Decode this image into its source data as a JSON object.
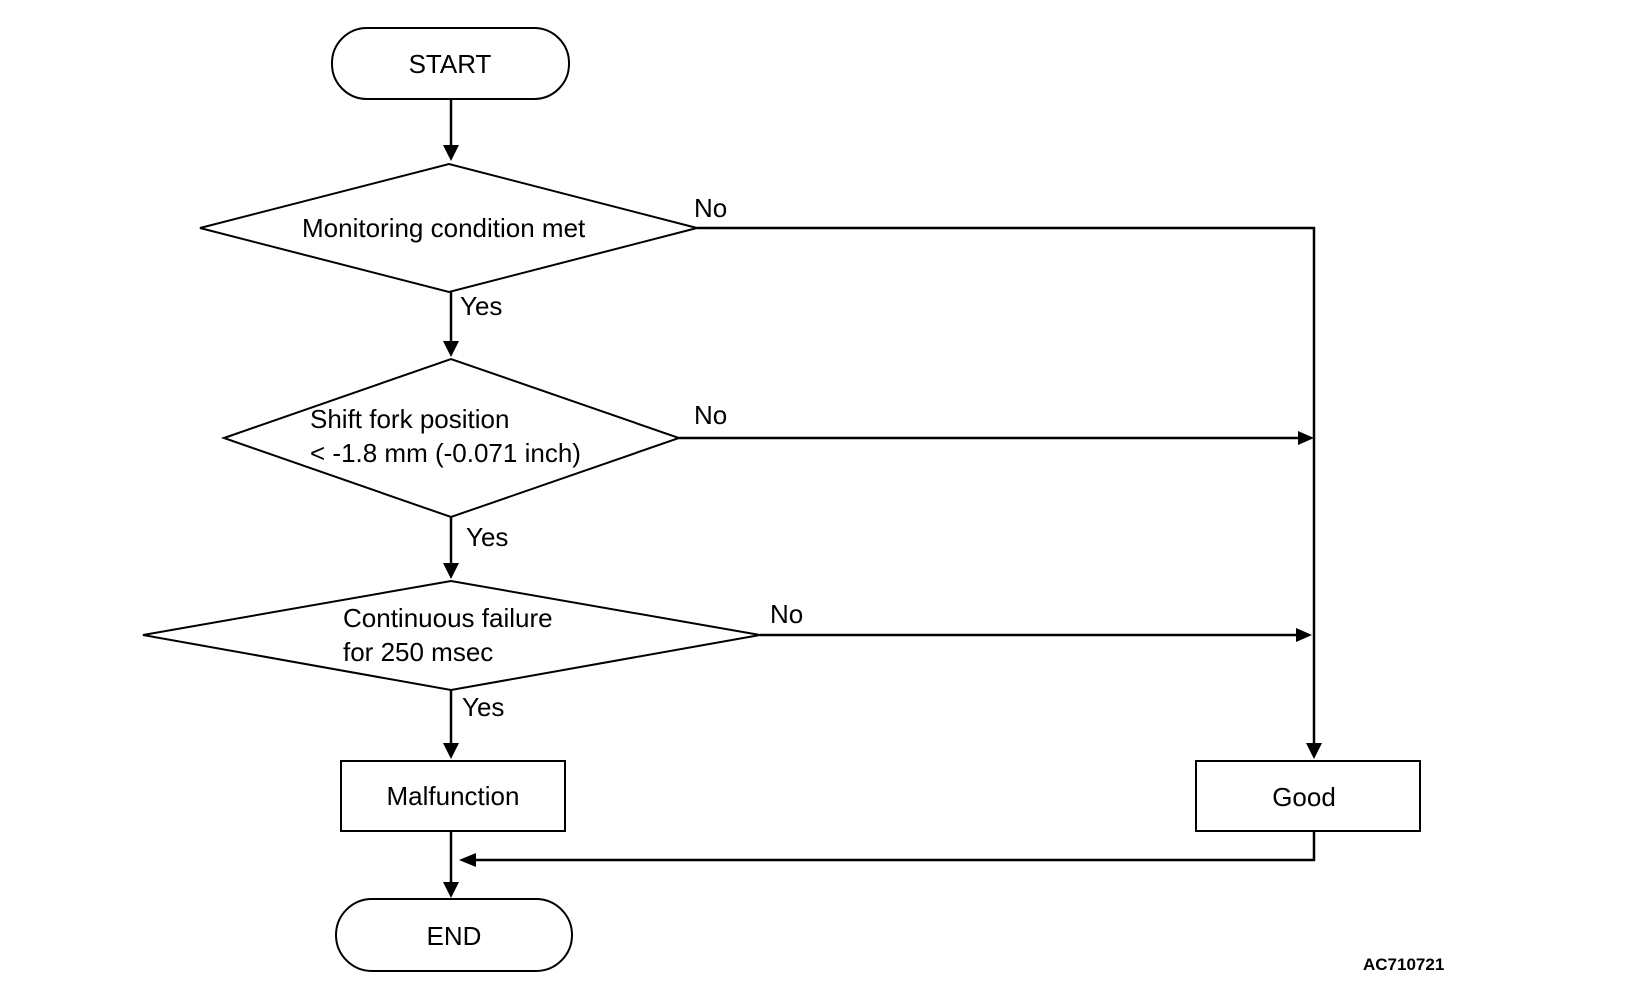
{
  "flowchart": {
    "start_label": "START",
    "end_label": "END",
    "decisions": [
      {
        "lines": [
          "Monitoring condition met"
        ],
        "yes_label": "Yes",
        "no_label": "No"
      },
      {
        "lines": [
          "Shift fork position",
          "< -1.8 mm (-0.071 inch)"
        ],
        "yes_label": "Yes",
        "no_label": "No"
      },
      {
        "lines": [
          "Continuous failure",
          "for 250 msec"
        ],
        "yes_label": "Yes",
        "no_label": "No"
      }
    ],
    "malfunction_label": "Malfunction",
    "good_label": "Good"
  },
  "reference_code": "AC710721",
  "colors": {
    "line": "#000000",
    "background": "#ffffff"
  }
}
